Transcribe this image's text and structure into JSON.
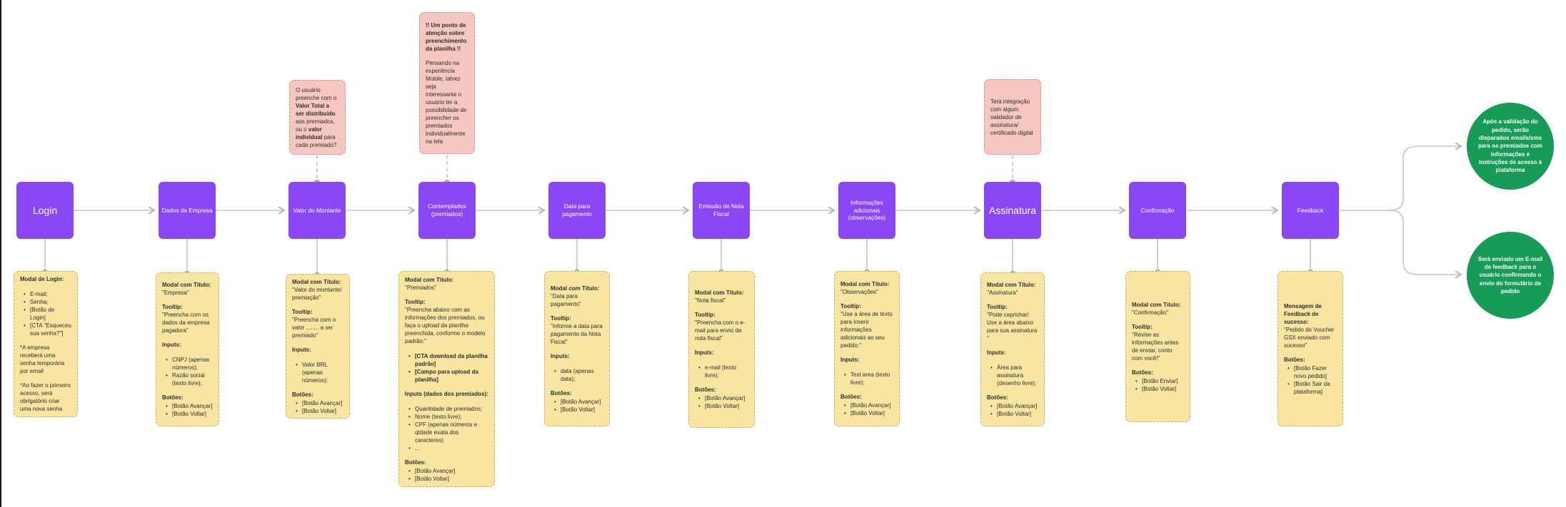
{
  "diagram_title": "",
  "colors": {
    "node_fill": "#8b46f6",
    "node_text": "#ffffff",
    "card_fill": "#f8e5a2",
    "card_border": "#cdb161",
    "note_fill": "#f6c6c1",
    "note_border": "#de908a",
    "outcome_fill": "#169c56",
    "connector": "#c6c6c6"
  },
  "nodes": [
    {
      "label": "Login"
    },
    {
      "label": "Dados da Empresa"
    },
    {
      "label": "Valor do Montante"
    },
    {
      "label": "Contemplados (premiados)"
    },
    {
      "label": "Data para pagamento"
    },
    {
      "label": "Emissão de Nota Fiscal"
    },
    {
      "label": "Informações adicionais (observações)"
    },
    {
      "label": "Assinatura"
    },
    {
      "label": "Confirmação"
    },
    {
      "label": "Feedback"
    }
  ],
  "cards": [
    {
      "blocks": [
        {
          "t": "h",
          "text": "Modal de Login:"
        },
        {
          "t": "gap"
        },
        {
          "t": "ul",
          "items": [
            {
              "text": "E-mail;"
            },
            {
              "text": "Senha;"
            },
            {
              "text": "[Botão de Login]"
            },
            {
              "text": "[CTA \"Esqueceu sua senha?\"]"
            }
          ]
        },
        {
          "t": "gap"
        },
        {
          "t": "p",
          "text": "*A empresa receberá uma senha temporária por email"
        },
        {
          "t": "gap"
        },
        {
          "t": "p",
          "text": "*Ao fazer o primeiro acesso, será obrigatório criar uma nova senha"
        }
      ]
    },
    {
      "blocks": [
        {
          "t": "h",
          "text": "Modal com Título:"
        },
        {
          "t": "p",
          "text": "\"Empresa\""
        },
        {
          "t": "gap"
        },
        {
          "t": "h",
          "text": "Tooltip:"
        },
        {
          "t": "p",
          "text": "\"Preencha com os dados da empresa pagadora\""
        },
        {
          "t": "gap"
        },
        {
          "t": "h",
          "text": "Inputs:"
        },
        {
          "t": "gap"
        },
        {
          "t": "ul",
          "items": [
            {
              "text": "CNPJ (apenas números);"
            },
            {
              "text": "Razão social (texto livre);"
            }
          ]
        },
        {
          "t": "gap"
        },
        {
          "t": "h",
          "text": "Botões:"
        },
        {
          "t": "ul",
          "items": [
            {
              "text": "[Botão Avançar]"
            },
            {
              "text": "[Botão Voltar]"
            }
          ]
        }
      ]
    },
    {
      "blocks": [
        {
          "t": "h",
          "text": "Modal com Título:"
        },
        {
          "t": "p",
          "text": "\"Valor do montante/ premiação\""
        },
        {
          "t": "gap"
        },
        {
          "t": "h",
          "text": "Tooltip:"
        },
        {
          "t": "p",
          "text": "\"Preencha com o valor ........ a ser premiado\""
        },
        {
          "t": "gap"
        },
        {
          "t": "h",
          "text": "Inputs:"
        },
        {
          "t": "gap"
        },
        {
          "t": "ul",
          "items": [
            {
              "text": "Valor BRL (apenas números);"
            }
          ]
        },
        {
          "t": "gap"
        },
        {
          "t": "h",
          "text": "Botões:"
        },
        {
          "t": "ul",
          "items": [
            {
              "text": "[Botão Avançar]"
            },
            {
              "text": "[Botão Voltar]"
            }
          ]
        }
      ]
    },
    {
      "blocks": [
        {
          "t": "h",
          "text": "Modal com Título:"
        },
        {
          "t": "p",
          "text": "\"Premiados\""
        },
        {
          "t": "gap"
        },
        {
          "t": "h",
          "text": "Tooltip:"
        },
        {
          "t": "p",
          "text": "\"Preencha abaixo com as informações dos premiados, ou faça o upload da planilha preenchida, conforme o modelo padrão:\""
        },
        {
          "t": "gap"
        },
        {
          "t": "ul",
          "items": [
            {
              "text": "[CTA download da planilha padrão]",
              "bold": true
            },
            {
              "text": "[Campo para upload da planilha]",
              "bold": true
            }
          ]
        },
        {
          "t": "gap"
        },
        {
          "t": "h",
          "text": "Inputs (dados dos premiados):"
        },
        {
          "t": "gap"
        },
        {
          "t": "ul",
          "items": [
            {
              "text": "Quantidade de premiados;"
            },
            {
              "text": "Nome (texto livre);"
            },
            {
              "text": "CPF (apenas números e qtdade exata dos caracteres)"
            },
            {
              "text": "..."
            }
          ]
        },
        {
          "t": "gap"
        },
        {
          "t": "h",
          "text": "Botões:"
        },
        {
          "t": "ul",
          "items": [
            {
              "text": "[Botão Avançar]"
            },
            {
              "text": "[Botão Voltar]"
            }
          ]
        }
      ]
    },
    {
      "blocks": [
        {
          "t": "h",
          "text": "Modal com Título:"
        },
        {
          "t": "p",
          "text": "\"Data para pagamento\""
        },
        {
          "t": "gap"
        },
        {
          "t": "h",
          "text": "Tooltip:"
        },
        {
          "t": "p",
          "text": "\"Informe a data para pagamento da Nota Fiscal\""
        },
        {
          "t": "gap"
        },
        {
          "t": "h",
          "text": "Inputs:"
        },
        {
          "t": "gap"
        },
        {
          "t": "ul",
          "items": [
            {
              "text": "data (apenas data);"
            }
          ]
        },
        {
          "t": "gap"
        },
        {
          "t": "h",
          "text": "Botões:"
        },
        {
          "t": "ul",
          "items": [
            {
              "text": "[Botão Avançar]"
            },
            {
              "text": "[Botão Voltar]"
            }
          ]
        }
      ]
    },
    {
      "blocks": [
        {
          "t": "h",
          "text": "Modal com Título:"
        },
        {
          "t": "p",
          "text": "\"Nota fiscal\""
        },
        {
          "t": "gap"
        },
        {
          "t": "h",
          "text": "Tooltip:"
        },
        {
          "t": "p",
          "text": "\"Preencha com o e-mail para envio da nota fiscal\""
        },
        {
          "t": "gap"
        },
        {
          "t": "h",
          "text": "Inputs:"
        },
        {
          "t": "gap"
        },
        {
          "t": "ul",
          "items": [
            {
              "text": "e-mail (texto livre);"
            }
          ]
        },
        {
          "t": "gap"
        },
        {
          "t": "h",
          "text": "Botões:"
        },
        {
          "t": "ul",
          "items": [
            {
              "text": "[Botão Avançar]"
            },
            {
              "text": "[Botão Voltar]"
            }
          ]
        }
      ]
    },
    {
      "blocks": [
        {
          "t": "h",
          "text": "Modal com Título:"
        },
        {
          "t": "p",
          "text": "\"Observações\""
        },
        {
          "t": "gap"
        },
        {
          "t": "h",
          "text": "Tooltip:"
        },
        {
          "t": "p",
          "text": "\"Use a área de texto para inserir informações adicionais ao seu pedido.\""
        },
        {
          "t": "gap"
        },
        {
          "t": "h",
          "text": "Inputs:"
        },
        {
          "t": "gap"
        },
        {
          "t": "ul",
          "items": [
            {
              "text": "Text area (texto livre);"
            }
          ]
        },
        {
          "t": "gap"
        },
        {
          "t": "h",
          "text": "Botões:"
        },
        {
          "t": "ul",
          "items": [
            {
              "text": "[Botão Avançar]"
            },
            {
              "text": "[Botão Voltar]"
            }
          ]
        }
      ]
    },
    {
      "blocks": [
        {
          "t": "h",
          "text": "Modal com Título:"
        },
        {
          "t": "p",
          "text": "\"Assinatura\""
        },
        {
          "t": "gap"
        },
        {
          "t": "h",
          "text": "Tooltip:"
        },
        {
          "t": "p",
          "text": "\"Pode caprichar! Use a área abaixo para sua assinatura \""
        },
        {
          "t": "gap"
        },
        {
          "t": "h",
          "text": "Inputs:"
        },
        {
          "t": "gap"
        },
        {
          "t": "ul",
          "items": [
            {
              "text": "Área para assinatura (desenho livre);"
            }
          ]
        },
        {
          "t": "gap"
        },
        {
          "t": "h",
          "text": "Botões:"
        },
        {
          "t": "ul",
          "items": [
            {
              "text": "[Botão Avançar]"
            },
            {
              "text": "[Botão Voltar]"
            }
          ]
        }
      ]
    },
    {
      "blocks": [
        {
          "t": "h",
          "text": "Modal com Título:"
        },
        {
          "t": "p",
          "text": "\"Confirmação\""
        },
        {
          "t": "gap"
        },
        {
          "t": "h",
          "text": "Tooltip:"
        },
        {
          "t": "p",
          "text": "\"Revise as informações antes de enviar, conto com você!\""
        },
        {
          "t": "gap"
        },
        {
          "t": "h",
          "text": "Botões:"
        },
        {
          "t": "ul",
          "items": [
            {
              "text": "[Botão Enviar]"
            },
            {
              "text": "[Botão Voltar]"
            }
          ]
        }
      ]
    },
    {
      "blocks": [
        {
          "t": "h",
          "text": "Mensagem de Feedback de sucesso:"
        },
        {
          "t": "p",
          "text": "\"Pedido do Voucher GSX enviado com sucesso\""
        },
        {
          "t": "gap"
        },
        {
          "t": "h",
          "text": "Botões:"
        },
        {
          "t": "ul",
          "items": [
            {
              "text": "[Botão Fazer novo pedido]"
            },
            {
              "text": "[Botão Sair da plataforma]"
            }
          ]
        }
      ]
    }
  ],
  "notes": [
    {
      "blocks": [
        {
          "t": "p",
          "segs": [
            {
              "text": "O usuário preenche com o "
            },
            {
              "text": "Valor Total a ser distribuído",
              "bold": true
            },
            {
              "text": " aos premiados, ou o "
            },
            {
              "text": "valor individual",
              "bold": true
            },
            {
              "text": " para cada premiado?"
            }
          ]
        }
      ]
    },
    {
      "blocks": [
        {
          "t": "h",
          "text": "!! Um ponto de atenção sobre preenchimento da planilha !!"
        },
        {
          "t": "gap"
        },
        {
          "t": "p",
          "text": "Pensando na experiência Mobile, talvez seja interessante o usuário ter a possibilidade de preencher os premiados individualmente na tela"
        }
      ]
    },
    {
      "blocks": [
        {
          "t": "p",
          "text": "Terá integração com algum validador de assinatura/ certificado digital"
        }
      ]
    }
  ],
  "outcomes": [
    {
      "text": "Após a validação do pedido, serão disparados emails/sms para os premiados com informações e instruções de acesso à plataforma"
    },
    {
      "text": "Será enviado um E-mail de feedback para o usuário confirmando o envio do formulário de pedido"
    }
  ]
}
